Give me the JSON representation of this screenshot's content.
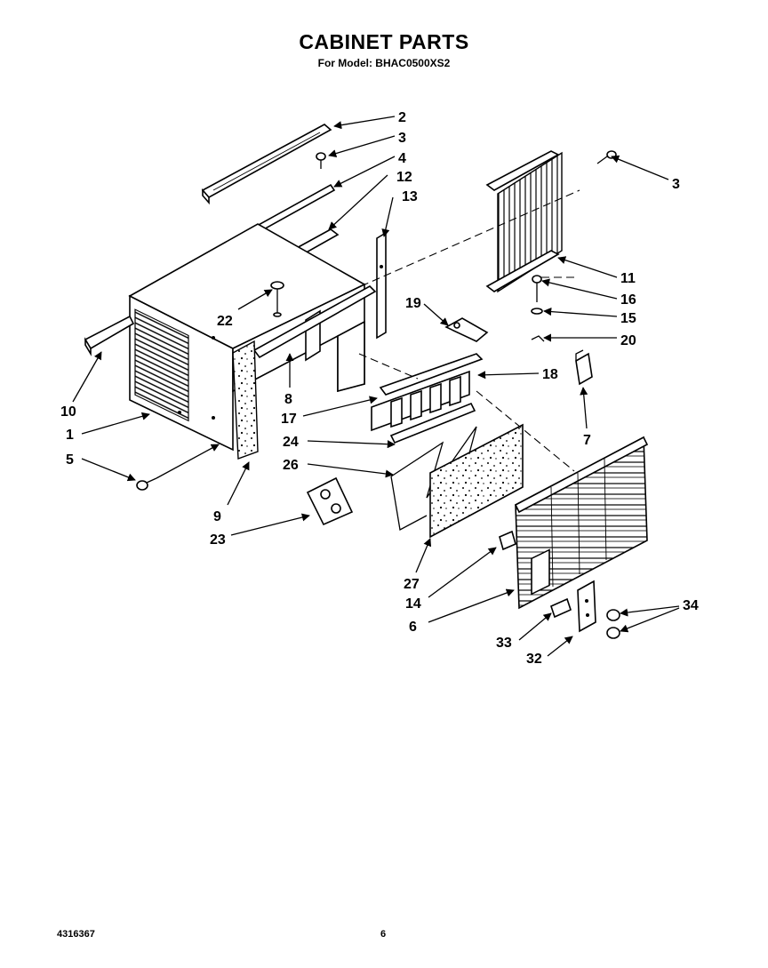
{
  "header": {
    "title": "CABINET PARTS",
    "subtitle": "For Model: BHAC0500XS2"
  },
  "callouts": [
    "2",
    "3",
    "4",
    "12",
    "13",
    "3",
    "11",
    "16",
    "15",
    "19",
    "20",
    "18",
    "22",
    "10",
    "8",
    "17",
    "7",
    "1",
    "24",
    "5",
    "26",
    "9",
    "23",
    "27",
    "14",
    "34",
    "6",
    "33",
    "32"
  ],
  "footer": {
    "doc_number": "4316367",
    "page_number": "6"
  }
}
